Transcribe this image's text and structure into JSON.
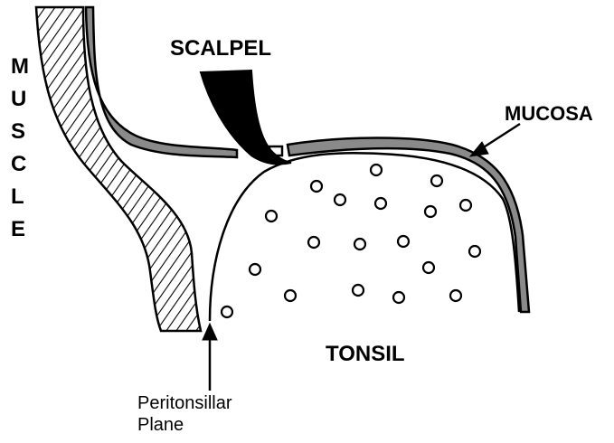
{
  "labels": {
    "muscle": [
      "M",
      "U",
      "S",
      "C",
      "L",
      "E"
    ],
    "scalpel": "SCALPEL",
    "mucosa": "MUCOSA",
    "tonsil": "TONSIL",
    "peritonsillar_line1": "Peritonsillar",
    "peritonsillar_line2": "Plane"
  },
  "colors": {
    "ink": "#000000",
    "mucosa_shade": "#8a8a8a",
    "background": "#ffffff"
  }
}
